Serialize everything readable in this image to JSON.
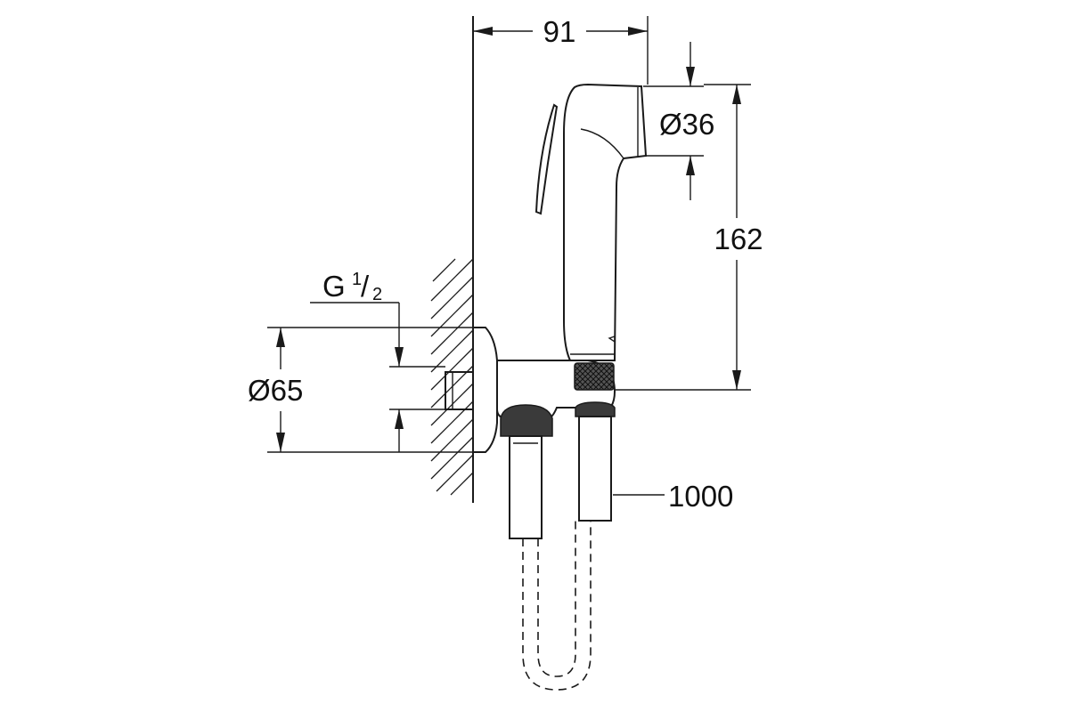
{
  "dimensions": {
    "width": "91",
    "head_diameter": "Ø36",
    "height": "162",
    "thread": {
      "base": "G",
      "numerator": "1",
      "slash": "/",
      "denominator": "2"
    },
    "rosette_diameter": "Ø65",
    "hose_length": "1000"
  }
}
